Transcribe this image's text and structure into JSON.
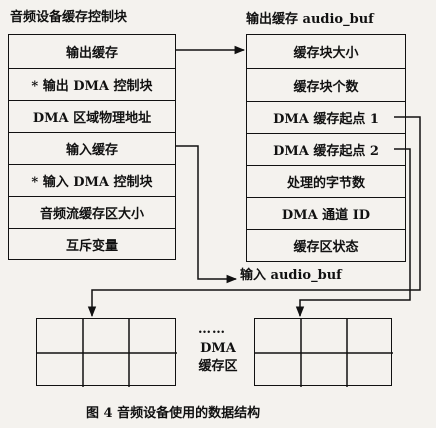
{
  "left_block": {
    "title": "音频设备缓存控制块",
    "rows": [
      "输出缓存",
      "* 输出 DMA 控制块",
      "DMA 区域物理地址",
      "输入缓存",
      "* 输入 DMA 控制块",
      "音频流缓存区大小",
      "互斥变量"
    ]
  },
  "right_block": {
    "title": "输出缓存 audio_buf",
    "rows": [
      "缓存块大小",
      "缓存块个数",
      "DMA 缓存起点 1",
      "DMA 缓存起点 2",
      "处理的字节数",
      "DMA 通道 ID",
      "缓存区状态"
    ]
  },
  "input_buf_label": "输入 audio_buf",
  "dma_area": {
    "dots": "……",
    "label_line1": "DMA",
    "label_line2": "缓存区"
  },
  "caption": "图 4  音频设备使用的数据结构"
}
